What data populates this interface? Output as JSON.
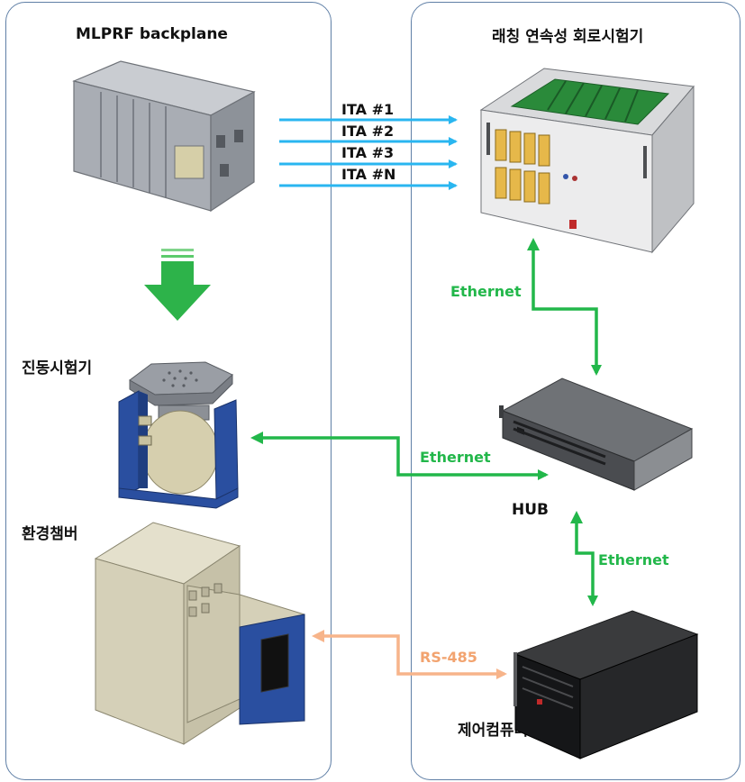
{
  "left_panel": {
    "title": "MLPRF backplane",
    "vibration_label": "진동시험기",
    "chamber_label": "환경챔버"
  },
  "right_panel": {
    "title": "래칭 연속성 회로시험기",
    "hub_label": "HUB",
    "computer_label": "제어컴퓨터"
  },
  "ita_links": [
    "ITA #1",
    "ITA #2",
    "ITA #3",
    "ITA #N"
  ],
  "connections": {
    "tester_hub": "Ethernet",
    "hub_vibration": "Ethernet",
    "hub_computer": "Ethernet",
    "computer_chamber": "RS-485"
  },
  "colors": {
    "ita_arrow": "#29b6f0",
    "ethernet": "#22b74a",
    "rs485": "#f7b48a",
    "panel_border": "#5f7fa6"
  },
  "icons": {
    "backplane": "backplane-chassis-icon",
    "tester": "rack-tester-icon",
    "hub": "network-hub-icon",
    "vibration": "vibration-shaker-icon",
    "chamber": "environmental-chamber-icon",
    "computer": "rack-computer-icon"
  }
}
